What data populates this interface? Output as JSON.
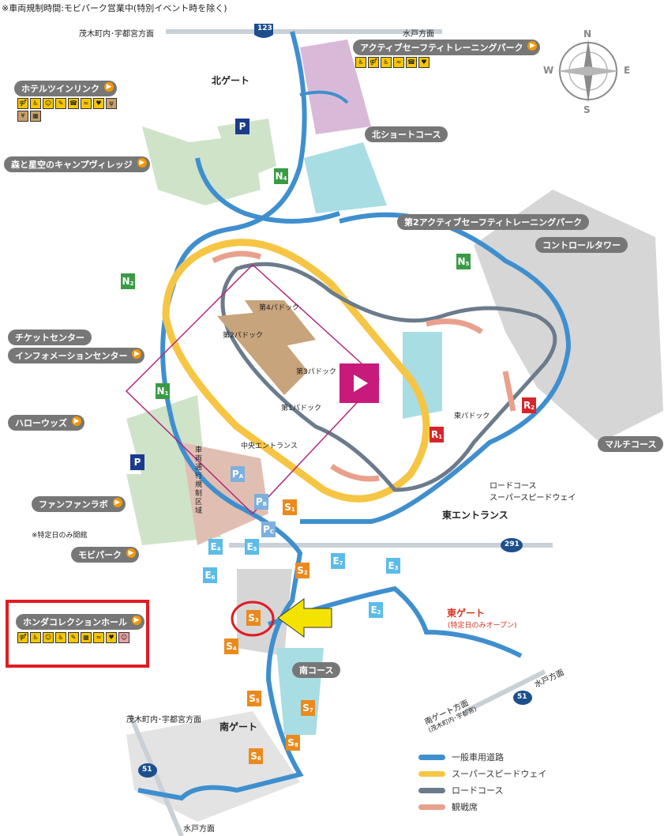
{
  "header_note": "※車両規制時間:モビパーク営業中(特別イベント時を除く)",
  "roads": {
    "route_123": "123",
    "route_291": "291",
    "route_51_south": "51",
    "route_51_east": "51",
    "to_motegi_top": "茂木町内･宇都宮方面",
    "to_mito_top": "水戸方面",
    "to_mito_east": "水戸方面",
    "to_mito_bottom": "水戸方面",
    "to_motegi_bottom": "茂木町内･宇都宮方面",
    "south_gate_dir": "南ゲート方面",
    "south_gate_dir_sub": "(茂木町内･宇都宮)"
  },
  "compass": {
    "n": "N",
    "s": "S",
    "e": "E",
    "w": "W"
  },
  "labels": {
    "active_safety": "アクティブセーフティトレーニングパーク",
    "hotel": "ホテルツインリンク",
    "north_gate": "北ゲート",
    "north_short": "北ショートコース",
    "camp": "森と星空のキャンプヴィレッジ",
    "second_active": "第2アクティブセーフティトレーニングパーク",
    "control_tower": "コントロールタワー",
    "ticket": "チケットセンター",
    "info": "インフォメーションセンター",
    "hello_woods": "ハローウッズ",
    "fanfun": "ファンファンラボ",
    "fanfun_note": "※特定日のみ開館",
    "mobipark": "モビパーク",
    "honda": "ホンダコレクションホール",
    "multi": "マルチコース",
    "road_course": "ロードコース",
    "superspeedway": "スーパースピードウェイ",
    "east_entrance": "東エントランス",
    "east_gate": "東ゲート",
    "east_gate_note": "(特定日のみオープン)",
    "south_course": "南コース",
    "south_gate": "南ゲート",
    "central_entrance": "中央エントランス",
    "paddock_1": "第1パドック",
    "paddock_2": "第2パドック",
    "paddock_3": "第3パドック",
    "paddock_4": "第4パドック",
    "east_paddock": "東パドック",
    "vehicle_passage": "車両通行規制区域"
  },
  "signs": {
    "S": [
      "S",
      "1",
      "2",
      "3",
      "4",
      "5",
      "6",
      "7",
      "8"
    ],
    "E": [
      "E",
      "2",
      "3",
      "4",
      "5",
      "6",
      "7"
    ],
    "N": [
      "N",
      "1",
      "2",
      "4",
      "5"
    ],
    "R": [
      "R",
      "1",
      "2"
    ],
    "P": "P",
    "PA": "A",
    "PB": "B",
    "PC": "C"
  },
  "legend": [
    {
      "label": "一般車用道路",
      "color": "#3f8fcf"
    },
    {
      "label": "スーパースピードウェイ",
      "color": "#f6c544"
    },
    {
      "label": "ロードコース",
      "color": "#6b7b8c"
    },
    {
      "label": "観戦席",
      "color": "#e9a08c"
    }
  ],
  "colors": {
    "highlight_box": "#e21b23",
    "arrow": "#f4e300",
    "honda_circle": "#e21b23"
  },
  "icon_names": [
    "toilet-icon",
    "restroom-icon",
    "wheelchair-icon",
    "smoking-icon",
    "phone-icon",
    "aed-icon",
    "restaurant-icon",
    "shop-icon",
    "atm-icon",
    "baby-icon",
    "locker-icon",
    "bus-icon"
  ]
}
